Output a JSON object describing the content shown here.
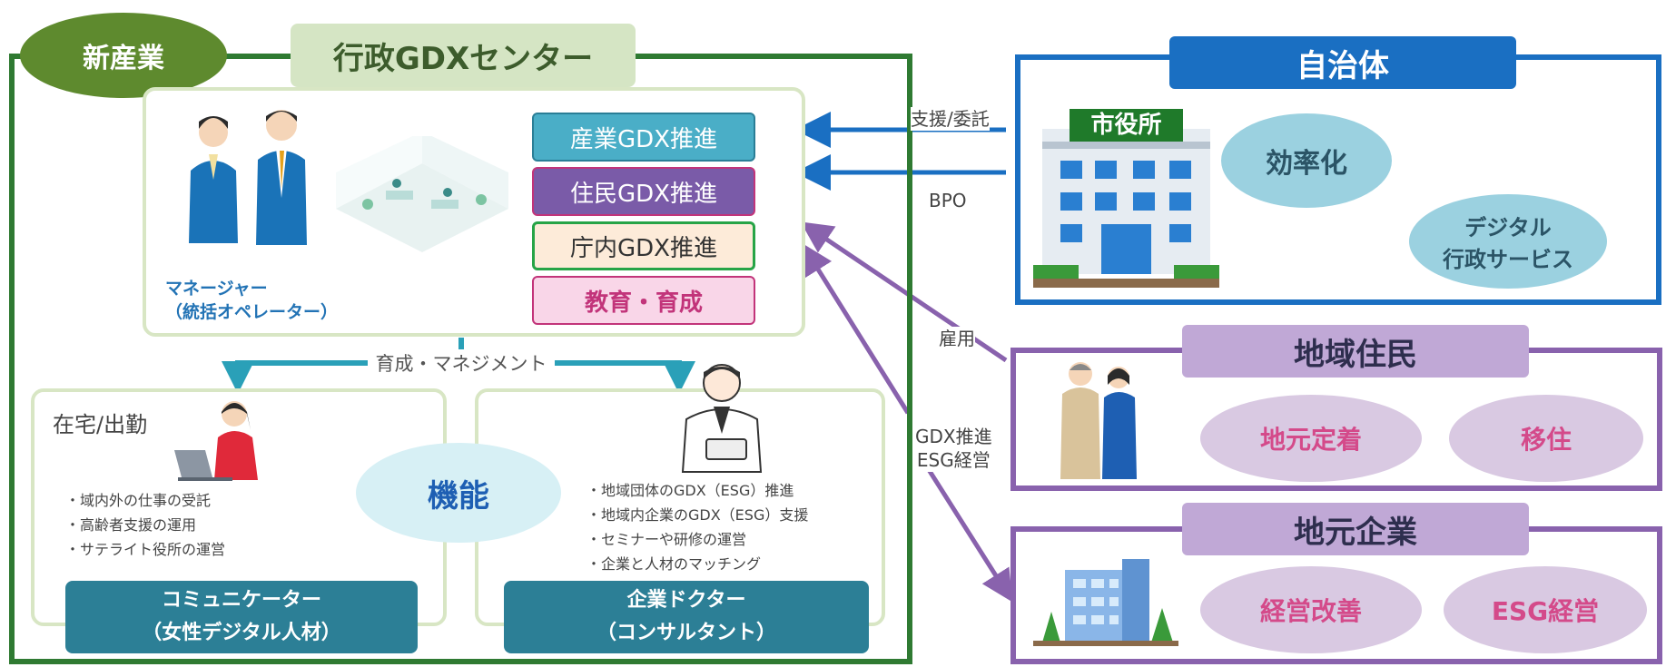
{
  "center": {
    "tag": "新産業",
    "title": "行政GDXセンター",
    "manager_label": [
      "マネージャー",
      "（統括オペレーター）"
    ],
    "gdx_items": [
      "産業GDX推進",
      "住民GDX推進",
      "庁内GDX推進",
      "教育・育成"
    ],
    "flow_label": "育成・マネジメント",
    "function_label": "機能",
    "left_unit": {
      "title": "在宅/出勤",
      "bullets": [
        "・域内外の仕事の受託",
        "・高齢者支援の運用",
        "・サテライト役所の運営"
      ],
      "role": [
        "コミュニケーター",
        "（女性デジタル人材）"
      ]
    },
    "right_unit": {
      "bullets": [
        "・地域団体のGDX（ESG）推進",
        "・地域内企業のGDX（ESG）支援",
        "・セミナーや研修の運営",
        "・企業と人材のマッチング"
      ],
      "role": [
        "企業ドクター",
        "（コンサルタント）"
      ]
    }
  },
  "arrows": {
    "support": "支援/委託",
    "bpo": "BPO",
    "employment": "雇用",
    "gdx_esg": [
      "GDX推進",
      "ESG経営"
    ]
  },
  "municipality": {
    "title": "自治体",
    "building_sign": "市役所",
    "ovals": [
      "効率化",
      [
        "デジタル",
        "行政サービス"
      ]
    ]
  },
  "residents": {
    "title": "地域住民",
    "ovals": [
      "地元定着",
      "移住"
    ]
  },
  "companies": {
    "title": "地元企業",
    "ovals": [
      "経営改善",
      "ESG経営"
    ]
  },
  "colors": {
    "green_frame": "#2f7a32",
    "blue_frame": "#1a6fc2",
    "purple_frame": "#8962ad",
    "teal": "#2c7f96"
  }
}
